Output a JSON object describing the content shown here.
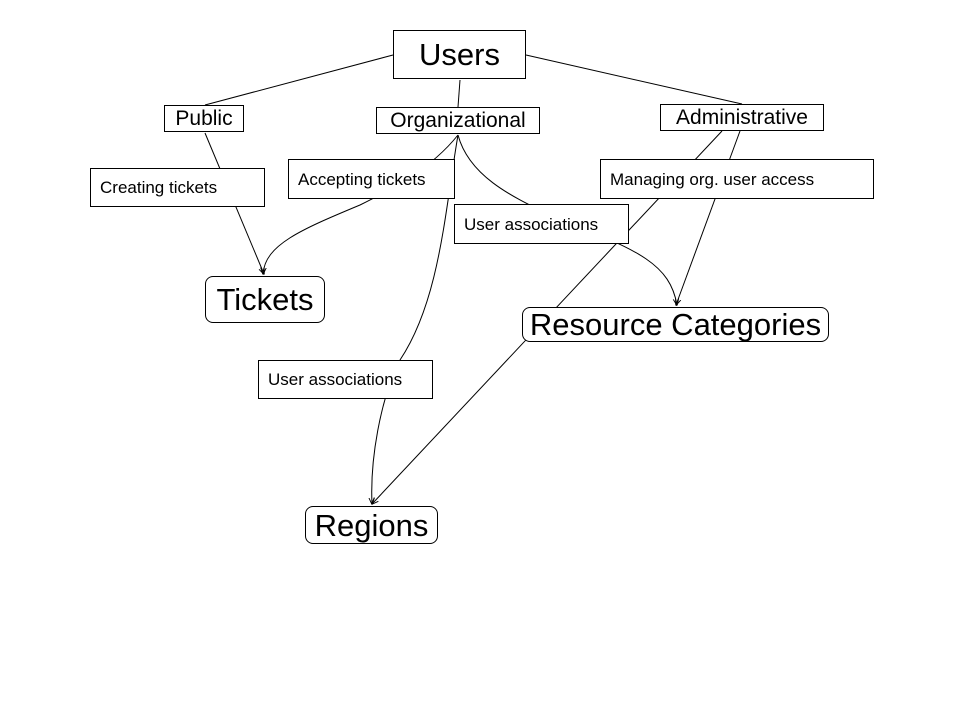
{
  "diagram": {
    "nodes": {
      "users": "Users",
      "public": "Public",
      "organizational": "Organizational",
      "administrative": "Administrative",
      "tickets": "Tickets",
      "resource_categories": "Resource Categories",
      "regions": "Regions"
    },
    "edge_labels": {
      "creating_tickets": "Creating tickets",
      "accepting_tickets": "Accepting tickets",
      "user_associations_categories": "User associations",
      "managing_access": "Managing org. user access",
      "user_associations_regions": "User associations"
    },
    "edges": [
      {
        "from": "users",
        "to": "public",
        "label": ""
      },
      {
        "from": "users",
        "to": "organizational",
        "label": ""
      },
      {
        "from": "users",
        "to": "administrative",
        "label": ""
      },
      {
        "from": "public",
        "to": "tickets",
        "label": "Creating tickets"
      },
      {
        "from": "organizational",
        "to": "tickets",
        "label": "Accepting tickets"
      },
      {
        "from": "organizational",
        "to": "resource_categories",
        "label": "User associations"
      },
      {
        "from": "organizational",
        "to": "regions",
        "label": "User associations"
      },
      {
        "from": "administrative",
        "to": "resource_categories",
        "label": "Managing org. user access"
      },
      {
        "from": "administrative",
        "to": "regions",
        "label": ""
      }
    ],
    "colors": {
      "stroke": "#000000",
      "background": "#ffffff"
    }
  }
}
